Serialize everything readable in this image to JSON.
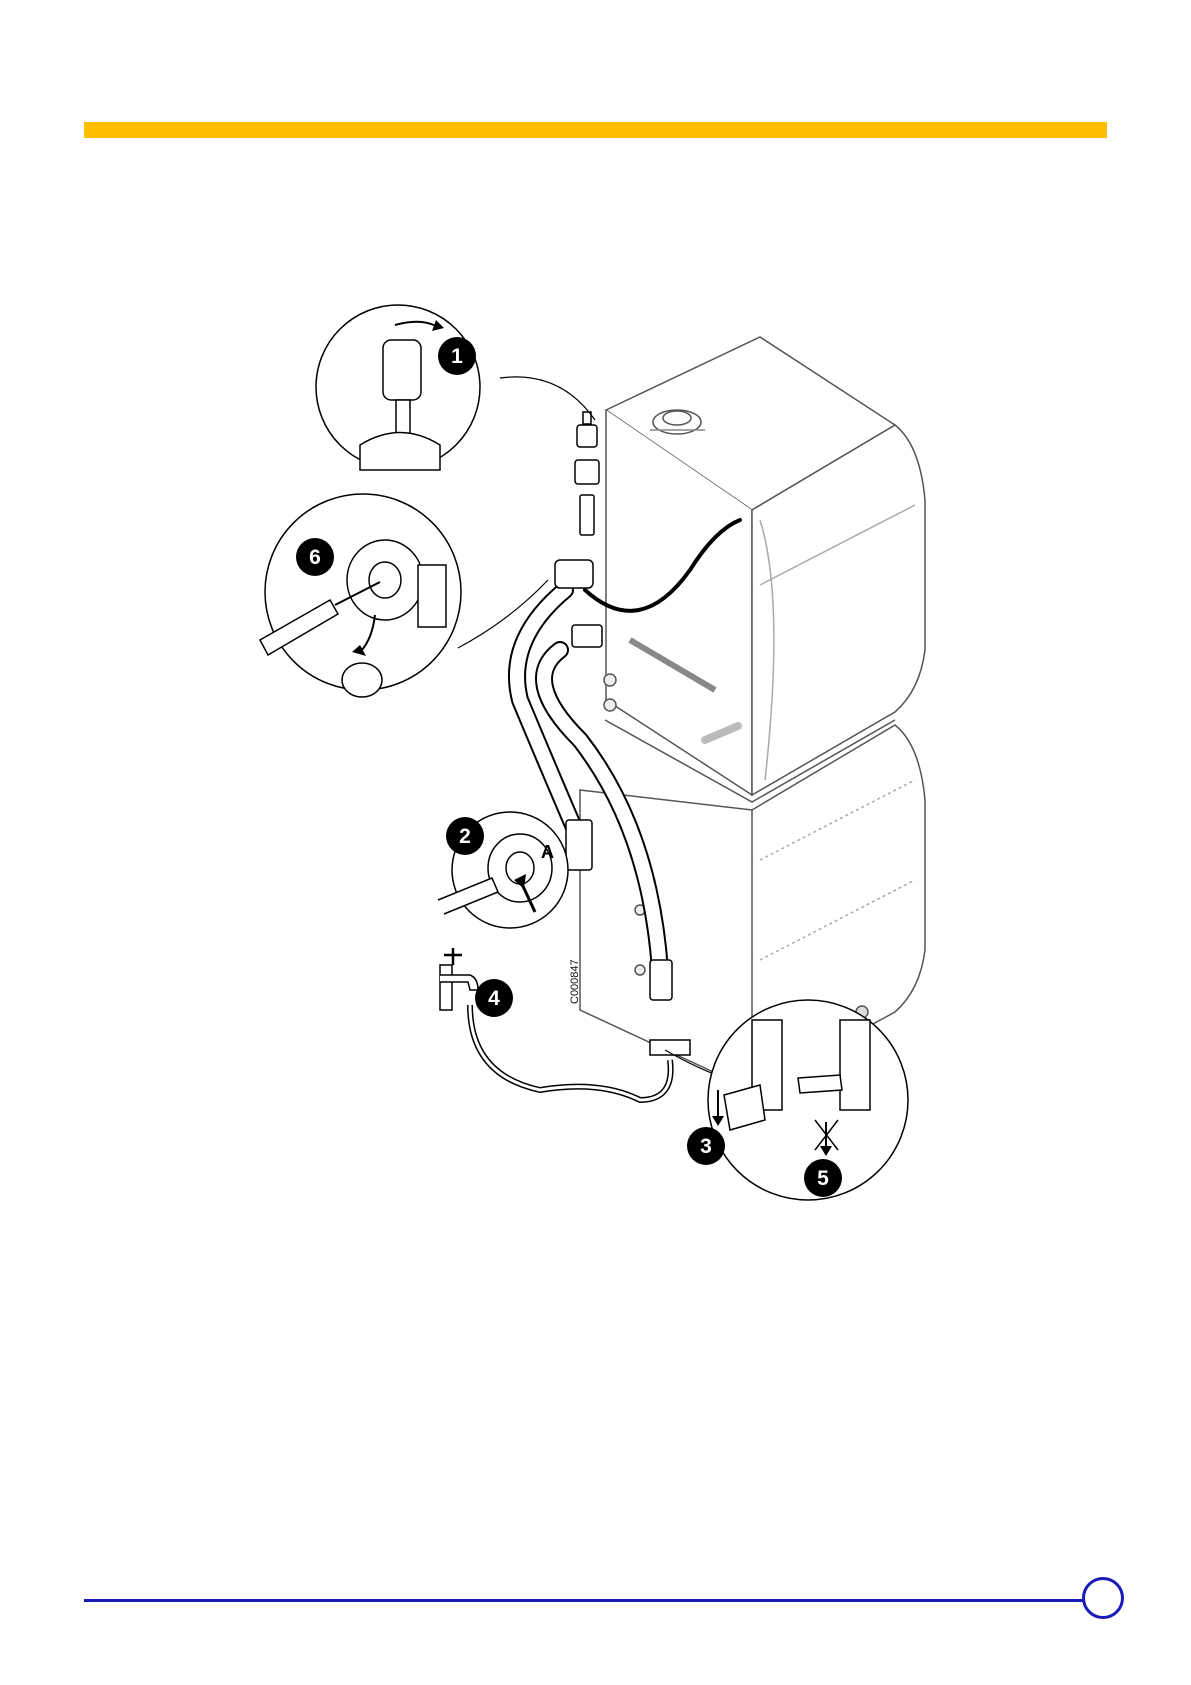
{
  "accent_color": "#FFBF00",
  "rule_color": "#1a1ab8",
  "figure": {
    "code": "C000847",
    "marker": "A",
    "steps": [
      "1",
      "2",
      "3",
      "4",
      "5",
      "6"
    ]
  },
  "icons": [
    "rotate-arrow-icon",
    "push-arrow-icon",
    "flow-arrow-icon",
    "no-flow-icon",
    "unscrew-arrow-icon"
  ]
}
